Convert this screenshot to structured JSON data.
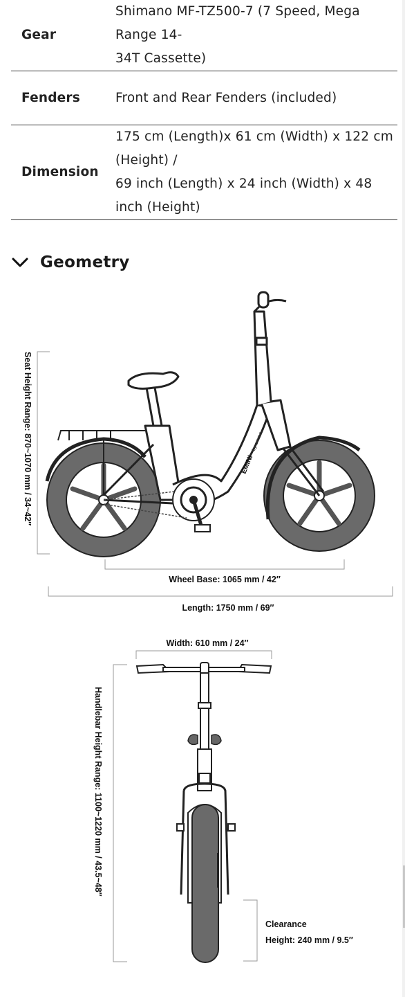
{
  "specs": [
    {
      "label": "Gear",
      "value": "Shimano MF-TZ500-7 (7 Speed, Mega Range 14-34T Cassette)",
      "lines": [
        "Shimano MF-TZ500-7 (7 Speed, Mega Range 14-",
        "34T Cassette)"
      ]
    },
    {
      "label": "Fenders",
      "value": "Front and Rear Fenders (included)",
      "lines": [
        "Front and Rear Fenders (included)"
      ]
    },
    {
      "label": "Dimension",
      "lines": [
        "175 cm (Length)x 61 cm (Width) x 122 cm",
        "(Height) /",
        "69 inch (Length) x 24 inch (Width) x 48",
        "inch (Height)"
      ]
    }
  ],
  "geometry": {
    "title": "Geometry",
    "side_view": {
      "brand": "EMINI",
      "brand_sub": "by emmo",
      "seat_height": "Seat Height Range: 870~1070 mm / 34~42″",
      "wheel_base": "Wheel Base: 1065 mm / 42″",
      "length": "Length: 1750 mm / 69″"
    },
    "front_view": {
      "width": "Width: 610 mm / 24″",
      "handlebar_height": "Handlebar Height Range: 1100~1220 mm / 43.5~48″",
      "clearance_line1": "Clearance",
      "clearance_line2": "Height: 240 mm / 9.5″"
    }
  }
}
